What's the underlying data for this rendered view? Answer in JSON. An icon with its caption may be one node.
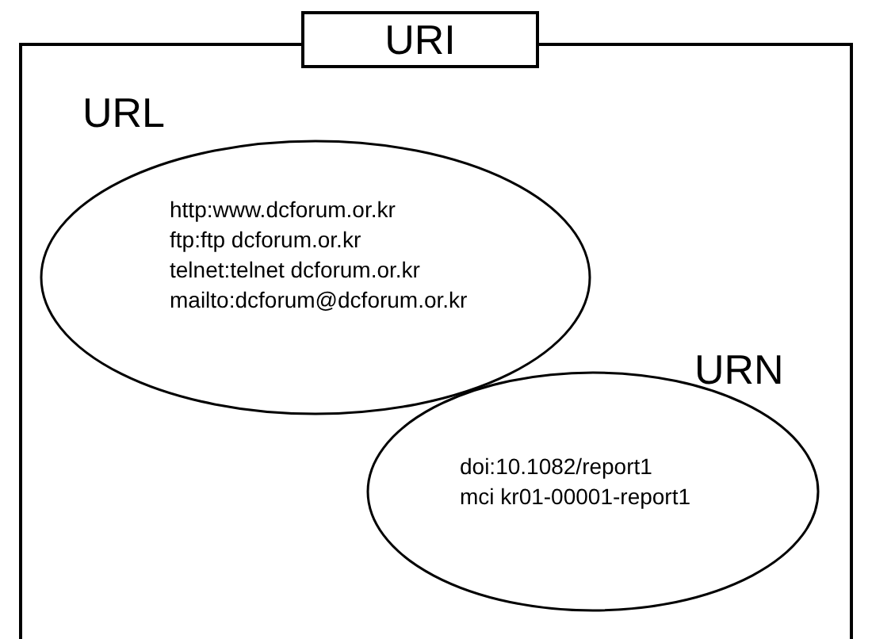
{
  "diagram": {
    "nodes": [
      {
        "text": [
          "URI"
        ]
      },
      {
        "text": [
          "URL",
          "http:www.dcforum.or.kr",
          "ftp:ftp dcforum.or.kr",
          "telnet:telnet dcforum.or.kr",
          "mailto:dcforum@dcforum.or.kr"
        ],
        "in": 0
      },
      {
        "text": [
          "URN",
          "doi:10.1082/report1",
          "mci kr01-00001-report1"
        ],
        "in": 0
      }
    ]
  }
}
